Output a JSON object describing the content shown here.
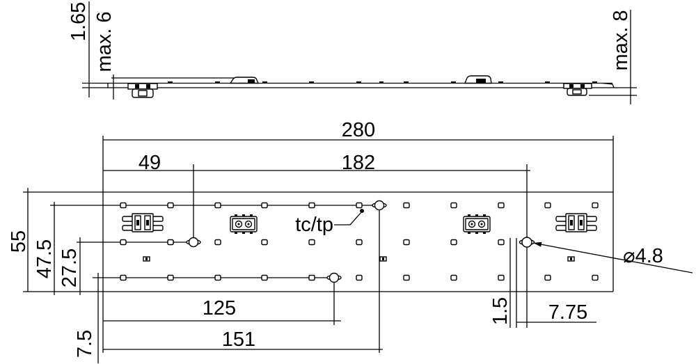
{
  "colors": {
    "line": "#000000",
    "background": "#ffffff"
  },
  "side_view": {
    "thickness": "1.65",
    "height_left": "max. 6",
    "height_right": "max. 8"
  },
  "plan_view": {
    "length": "280",
    "hole_left_offset": "49",
    "hole_spacing": "182",
    "width": "55",
    "row_top": "47.5",
    "row_middle": "27.5",
    "row_bottom": "7.5",
    "hole_bottom_offset": "125",
    "hole_top_offset": "151",
    "offset_small": "1.5",
    "offset_right": "7.75",
    "hole_diameter": "⌀4.8",
    "measure_point": "tc/tp"
  }
}
